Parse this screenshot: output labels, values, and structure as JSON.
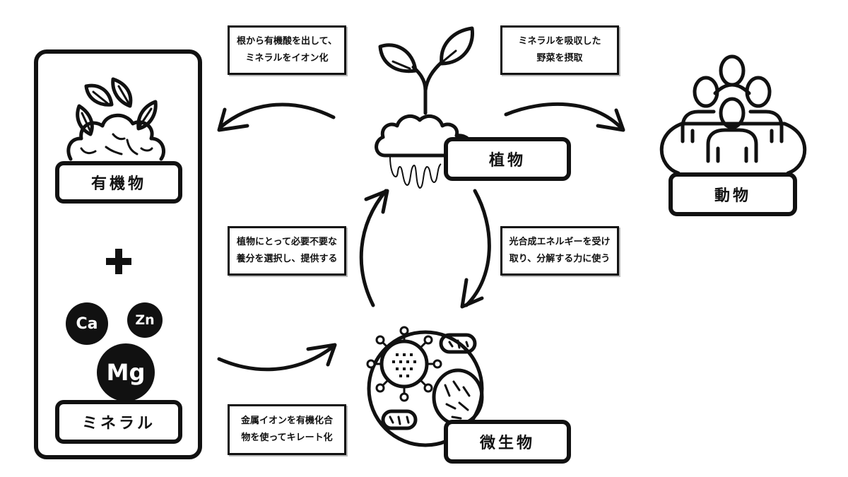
{
  "nodes": {
    "organic": {
      "label": "有機物",
      "icon": "leaves-soil-icon"
    },
    "plus": {
      "symbol": "+"
    },
    "minerals": {
      "label": "ミネラル",
      "elements": [
        "Ca",
        "Zn",
        "Mg"
      ]
    },
    "plant": {
      "label": "植物",
      "icon": "sprout-icon"
    },
    "animal": {
      "label": "動物",
      "icon": "people-group-icon"
    },
    "microbe": {
      "label": "微生物",
      "icon": "microorganisms-icon"
    }
  },
  "captions": {
    "plant_to_organic": {
      "lines": [
        "根から有機酸を出して、",
        "ミネラルをイオン化"
      ]
    },
    "plant_to_animal": {
      "lines": [
        "ミネラルを吸収した",
        "野菜を摂取"
      ]
    },
    "microbe_to_plant": {
      "lines": [
        "植物にとって必要不要な",
        "養分を選択し、提供する"
      ]
    },
    "plant_to_microbe": {
      "lines": [
        "光合成エネルギーを受け",
        "取り、分解する力に使う"
      ]
    },
    "mineral_to_microbe": {
      "lines": [
        "金属イオンを有機化合",
        "物を使ってキレート化"
      ]
    }
  },
  "arrows": [
    {
      "from": "plant",
      "to": "organic-panel",
      "direction": "left"
    },
    {
      "from": "plant",
      "to": "animal",
      "direction": "right"
    },
    {
      "from": "plant",
      "to": "microbe",
      "direction": "down"
    },
    {
      "from": "microbe",
      "to": "plant",
      "direction": "up"
    },
    {
      "from": "minerals",
      "to": "microbe",
      "direction": "right"
    }
  ],
  "colors": {
    "ink": "#111111",
    "background": "#ffffff"
  }
}
